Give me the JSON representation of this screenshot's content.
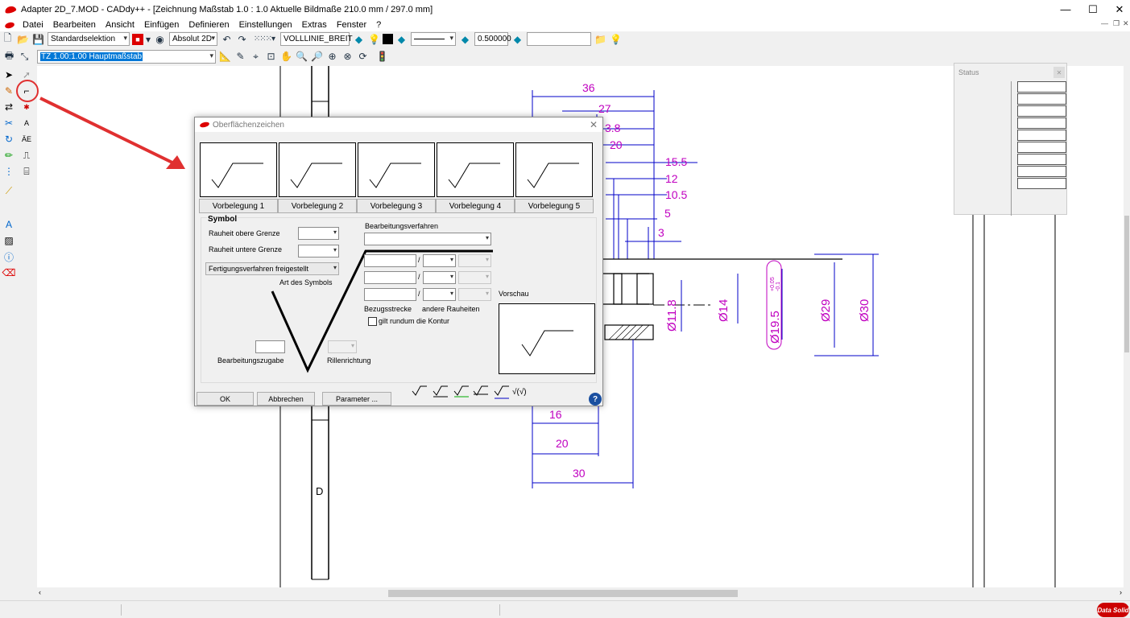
{
  "window": {
    "title": "Adapter 2D_7.MOD  -  CADdy++ - [Zeichnung   Maßstab 1.0 : 1.0   Aktuelle Bildmaße 210.0 mm / 297.0 mm]",
    "minimize": "—",
    "maximize": "☐",
    "close": "✕"
  },
  "menu": {
    "items": [
      "Datei",
      "Bearbeiten",
      "Ansicht",
      "Einfügen",
      "Definieren",
      "Einstellungen",
      "Extras",
      "Fenster",
      "?"
    ],
    "mdi_min": "—",
    "mdi_restore": "❐",
    "mdi_close": "✕"
  },
  "toolbar1": {
    "selection_mode": "Standardselektion",
    "coord_mode": "Absolut 2D",
    "linetype": "VOLLLINIE_BREIT",
    "line_width": "0.500000",
    "empty_field": ""
  },
  "toolbar2": {
    "view_combo": "TZ 1.00:1.00 Hauptmaßstab"
  },
  "drawing": {
    "dims_top": [
      "36",
      "27",
      "3.8",
      "20",
      "15.5",
      "12",
      "10.5",
      "5",
      "3"
    ],
    "dims_diameter": [
      "Ø11.8",
      "Ø14",
      "Ø19.5",
      "Ø29",
      "Ø30"
    ],
    "tolerance_upper": "+0.05",
    "tolerance_lower": "-0.1",
    "dims_bottom": [
      "16",
      "20",
      "30"
    ],
    "section_label": "D"
  },
  "dialog": {
    "title": "Oberflächenzeichen",
    "close": "✕",
    "presets": [
      "Vorbelegung 1",
      "Vorbelegung 2",
      "Vorbelegung 3",
      "Vorbelegung 4",
      "Vorbelegung 5"
    ],
    "symbol_group": "Symbol",
    "roughness_upper_label": "Rauheit obere Grenze",
    "roughness_lower_label": "Rauheit untere Grenze",
    "roughness_upper_value": "",
    "roughness_lower_value": "",
    "manufacturing_combo": "Fertigungsverfahren freigestellt",
    "symbol_type_label": "Art des Symbols",
    "machining_allowance_label": "Bearbeitungszugabe",
    "machining_allowance_value": "",
    "groove_direction_label": "Rillenrichtung",
    "machining_process_label": "Bearbeitungsverfahren",
    "machining_process_value": "",
    "slash": "/",
    "reference_length_label": "Bezugsstrecke",
    "other_roughness_label": "andere Rauheiten",
    "all_around_label": "gilt rundum die Kontur",
    "preview_label": "Vorschau",
    "ok": "OK",
    "cancel": "Abbrechen",
    "parameters": "Parameter ...",
    "help": "?"
  },
  "status_panel": {
    "title": "Status",
    "close": "✕"
  },
  "colors": {
    "dimension": "#c000c0",
    "dimension_line": "#0000c8",
    "annotation_arrow": "#e03030",
    "selection": "#0078d7"
  },
  "logo": "Data Solid"
}
